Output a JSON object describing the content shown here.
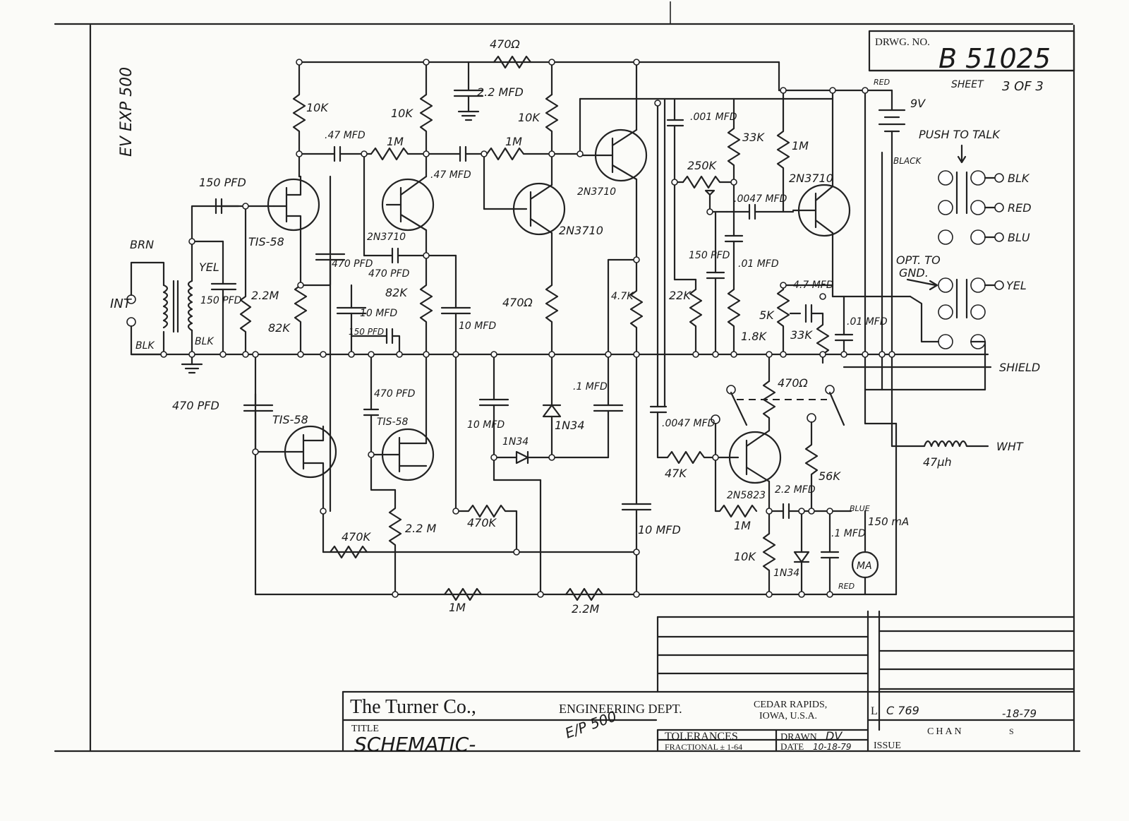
{
  "title_block": {
    "company": "The Turner Co.,",
    "department": "ENGINEERING DEPT.",
    "city": "CEDAR RAPIDS,",
    "state": "IOWA, U.S.A.",
    "title_label": "TITLE",
    "title_value": "SCHEMATIC-",
    "title_note": "E/P 500",
    "tolerances": "TOLERANCES",
    "drawn": "DRAWN",
    "drawn_by": "DV",
    "fractional": "FRACTIONAL ± 1-64",
    "date_label": "DATE",
    "date_value": "10-18-79",
    "issue": "ISSUE",
    "change_code": "L",
    "change_no": "C 769",
    "change_date": "-18-79",
    "chan": "CHAN",
    "chan_suffix": "S"
  },
  "drawing": {
    "label": "DRWG. NO.",
    "number": "B 51025",
    "sheet": "SHEET",
    "sheet_value": "3 OF 3",
    "side_note": "EV EXP 500"
  },
  "labels": {
    "r470_top": "470Ω",
    "c22_top": "2.2 MFD",
    "r10k_a": "10K",
    "r10k_b": "10K",
    "r10k_c": "10K",
    "c47_a": ".47 MFD",
    "r1m_a": "1M",
    "r1m_b": "1M",
    "c47_b": ".47 MFD",
    "c150_in": "150 PFD",
    "tis58_a": "TIS-58",
    "q2n3710_a": "2N3710",
    "q2n3710_b": "2N3710",
    "q2n3710_c": "2N3710",
    "q2n3710_d": "2N3710",
    "c001": ".001 MFD",
    "r33k_a": "33K",
    "r1m_c": "1M",
    "r250k": "250K",
    "c0047": ".0047 MFD",
    "c01_a": ".01 MFD",
    "c150_b": "150 PFD",
    "r22k_b": "22K",
    "r18k": "1.8K",
    "r5k": "5K",
    "c47_c": "4.7 MFD",
    "r33k_b": "33K",
    "c01_b": ".01 MFD",
    "brn": "BRN",
    "yel_t": "YEL",
    "int": "INT",
    "blk_a": "BLK",
    "blk_b": "BLK",
    "c150_t": "150 PFD",
    "r22m_a": "2.2M",
    "r82k_a": "82K",
    "c470_a": "470 PFD",
    "c470_b": "470 PFD",
    "r82k_b": "82K",
    "c10_a": "10 MFD",
    "c150_c": "150 PFD",
    "c10_b": "10 MFD",
    "r470_mid": "470Ω",
    "r47k_a": "4.7K",
    "c470_c": "470 PFD",
    "tis58_b": "TIS-58",
    "c470_d": "470 PFD",
    "tis58_c": "TIS-58",
    "c10_c": "10 MFD",
    "d1n34_a": "1N34",
    "d1n34_b": "1N34",
    "c1_a": ".1 MFD",
    "c0047_b": ".0047 MFD",
    "r47k_b": "47K",
    "r470_sw": "470Ω",
    "q2n5823": "2N5823",
    "r56k": "56K",
    "c22_b": "2.2 MFD",
    "r1m_d": "1M",
    "r10k_d": "10K",
    "d1n34_c": "1N34",
    "c1_b": ".1 MFD",
    "meter": "MA",
    "meter_range": "150 mA",
    "blue": "BLUE",
    "red_m": "RED",
    "r470k_a": "470K",
    "r22m_b": "2.2 M",
    "r470k_b": "470K",
    "c10_d": "10 MFD",
    "r1m_e": "1M",
    "r22m_c": "2.2M",
    "bat_red": "RED",
    "bat_v": "9V",
    "bat_black": "BLACK",
    "ptt": "PUSH TO TALK",
    "blk_c": "BLK",
    "red_c": "RED",
    "blu_c": "BLU",
    "opt_gnd_1": "OPT. TO",
    "opt_gnd_2": "GND.",
    "yel_c": "YEL",
    "shield": "SHIELD",
    "wht": "WHT",
    "l47": "47µh"
  }
}
